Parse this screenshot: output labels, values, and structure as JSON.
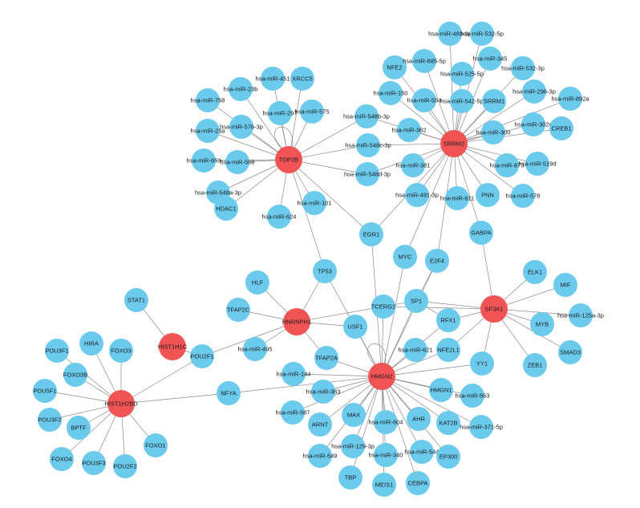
{
  "colors": {
    "hub": "#f05454",
    "node": "#6ccbed",
    "edge": "#8a8a8a"
  },
  "nodes": [
    {
      "id": "TOP2B",
      "hub": true
    },
    {
      "id": "SRRM2",
      "hub": true
    },
    {
      "id": "HNRNPH1",
      "hub": true
    },
    {
      "id": "SF3A1",
      "hub": true
    },
    {
      "id": "HMGN2",
      "hub": true
    },
    {
      "id": "HIST1H1C",
      "hub": true
    },
    {
      "id": "HIST1H2BD",
      "hub": true
    },
    {
      "id": "hsa-miR-451"
    },
    {
      "id": "XRCC5"
    },
    {
      "id": "hsa-miR-23b"
    },
    {
      "id": "hsa-miR-758"
    },
    {
      "id": "hsa-miR-297"
    },
    {
      "id": "hsa-miR-575"
    },
    {
      "id": "hsa-miR-576-3p"
    },
    {
      "id": "hsa-miR-23a"
    },
    {
      "id": "hsa-miR-653"
    },
    {
      "id": "hsa-miR-568"
    },
    {
      "id": "hsa-miR-548a-3p"
    },
    {
      "id": "HDAC1"
    },
    {
      "id": "hsa-miR-624"
    },
    {
      "id": "hsa-miR-101"
    },
    {
      "id": "hsa-miR-548b-3p"
    },
    {
      "id": "hsa-miR-548c-3p"
    },
    {
      "id": "hsa-miR-548d-3p"
    },
    {
      "id": "hsa-miR-382"
    },
    {
      "id": "hsa-miR-381"
    },
    {
      "id": "hsa-miR-483-3p"
    },
    {
      "id": "hsa-miR-532-5p"
    },
    {
      "id": "NFE2"
    },
    {
      "id": "hsa-miR-885-5p"
    },
    {
      "id": "hsa-miR-345"
    },
    {
      "id": "hsa-miR-525-5p"
    },
    {
      "id": "hsa-miR-532-3p"
    },
    {
      "id": "hsa-miR-150"
    },
    {
      "id": "hsa-miR-554"
    },
    {
      "id": "hsa-miR-542-5p"
    },
    {
      "id": "SRRM1"
    },
    {
      "id": "hsa-miR-296-3p"
    },
    {
      "id": "hsa-miR-892a"
    },
    {
      "id": "hsa-miR-300"
    },
    {
      "id": "hsa-miR-302c"
    },
    {
      "id": "CREB1"
    },
    {
      "id": "hsa-miR-873"
    },
    {
      "id": "hsa-miR-519d"
    },
    {
      "id": "PNN"
    },
    {
      "id": "hsa-miR-578"
    },
    {
      "id": "hsa-miR-491-3p"
    },
    {
      "id": "hsa-miR-611"
    },
    {
      "id": "GABPA"
    },
    {
      "id": "EGR1"
    },
    {
      "id": "MYC"
    },
    {
      "id": "E2F4"
    },
    {
      "id": "TP53"
    },
    {
      "id": "HLF"
    },
    {
      "id": "TFAP2C"
    },
    {
      "id": "TCERG1"
    },
    {
      "id": "SP1"
    },
    {
      "id": "USF1"
    },
    {
      "id": "RFX1"
    },
    {
      "id": "TFAP2A"
    },
    {
      "id": "ELK1"
    },
    {
      "id": "MIF"
    },
    {
      "id": "MYB"
    },
    {
      "id": "hsa-miR-125a-3p"
    },
    {
      "id": "SMAD3"
    },
    {
      "id": "ZEB1"
    },
    {
      "id": "YY1"
    },
    {
      "id": "NFE2L1"
    },
    {
      "id": "STAT1"
    },
    {
      "id": "POU2F1"
    },
    {
      "id": "hsa-miR-495"
    },
    {
      "id": "NFYA"
    },
    {
      "id": "POU3F1"
    },
    {
      "id": "HIRA"
    },
    {
      "id": "FOXO3"
    },
    {
      "id": "FOXO3B"
    },
    {
      "id": "POU5F1"
    },
    {
      "id": "POU3F2"
    },
    {
      "id": "BPTF"
    },
    {
      "id": "FOXO4"
    },
    {
      "id": "POU3F3"
    },
    {
      "id": "POU2F2"
    },
    {
      "id": "FOXO1"
    },
    {
      "id": "hsa-miR-621"
    },
    {
      "id": "hsa-miR-144"
    },
    {
      "id": "hsa-miR-383"
    },
    {
      "id": "hsa-miR-587"
    },
    {
      "id": "ARNT"
    },
    {
      "id": "MAX"
    },
    {
      "id": "hsa-miR-604"
    },
    {
      "id": "AHR"
    },
    {
      "id": "HMGN1"
    },
    {
      "id": "hsa-miR-563"
    },
    {
      "id": "KAT2B"
    },
    {
      "id": "hsa-miR-371-5p"
    },
    {
      "id": "hsa-miR-129-3p"
    },
    {
      "id": "hsa-miR-549"
    },
    {
      "id": "hsa-miR-340"
    },
    {
      "id": "hsa-miR-544"
    },
    {
      "id": "EP300"
    },
    {
      "id": "TBP"
    },
    {
      "id": "MEIS1"
    },
    {
      "id": "CEBPA"
    }
  ],
  "edges": [
    [
      "TOP2B",
      "hsa-miR-451"
    ],
    [
      "TOP2B",
      "XRCC5"
    ],
    [
      "TOP2B",
      "hsa-miR-23b"
    ],
    [
      "TOP2B",
      "hsa-miR-758"
    ],
    [
      "TOP2B",
      "hsa-miR-297"
    ],
    [
      "TOP2B",
      "hsa-miR-575"
    ],
    [
      "TOP2B",
      "hsa-miR-576-3p"
    ],
    [
      "TOP2B",
      "hsa-miR-23a"
    ],
    [
      "TOP2B",
      "hsa-miR-653"
    ],
    [
      "TOP2B",
      "hsa-miR-568"
    ],
    [
      "TOP2B",
      "hsa-miR-548a-3p"
    ],
    [
      "TOP2B",
      "HDAC1"
    ],
    [
      "TOP2B",
      "hsa-miR-624"
    ],
    [
      "TOP2B",
      "hsa-miR-101"
    ],
    [
      "TOP2B",
      "hsa-miR-548b-3p"
    ],
    [
      "TOP2B",
      "hsa-miR-548c-3p"
    ],
    [
      "TOP2B",
      "hsa-miR-548d-3p"
    ],
    [
      "TOP2B",
      "EGR1"
    ],
    [
      "TOP2B",
      "TP53"
    ],
    [
      "SRRM2",
      "hsa-miR-548b-3p"
    ],
    [
      "SRRM2",
      "hsa-miR-548c-3p"
    ],
    [
      "SRRM2",
      "hsa-miR-548d-3p"
    ],
    [
      "SRRM2",
      "hsa-miR-382"
    ],
    [
      "SRRM2",
      "hsa-miR-381"
    ],
    [
      "SRRM2",
      "hsa-miR-483-3p"
    ],
    [
      "SRRM2",
      "hsa-miR-532-5p"
    ],
    [
      "SRRM2",
      "NFE2"
    ],
    [
      "SRRM2",
      "hsa-miR-885-5p"
    ],
    [
      "SRRM2",
      "hsa-miR-345"
    ],
    [
      "SRRM2",
      "hsa-miR-525-5p"
    ],
    [
      "SRRM2",
      "hsa-miR-532-3p"
    ],
    [
      "SRRM2",
      "hsa-miR-150"
    ],
    [
      "SRRM2",
      "hsa-miR-554"
    ],
    [
      "SRRM2",
      "hsa-miR-542-5p"
    ],
    [
      "SRRM2",
      "SRRM1"
    ],
    [
      "SRRM2",
      "hsa-miR-296-3p"
    ],
    [
      "SRRM2",
      "hsa-miR-892a"
    ],
    [
      "SRRM2",
      "hsa-miR-300"
    ],
    [
      "SRRM2",
      "hsa-miR-302c"
    ],
    [
      "SRRM2",
      "CREB1"
    ],
    [
      "SRRM2",
      "hsa-miR-873"
    ],
    [
      "SRRM2",
      "hsa-miR-519d"
    ],
    [
      "SRRM2",
      "PNN"
    ],
    [
      "SRRM2",
      "hsa-miR-578"
    ],
    [
      "SRRM2",
      "hsa-miR-491-3p"
    ],
    [
      "SRRM2",
      "hsa-miR-611"
    ],
    [
      "SRRM2",
      "GABPA"
    ],
    [
      "SRRM2",
      "EGR1"
    ],
    [
      "SRRM2",
      "MYC"
    ],
    [
      "SRRM2",
      "E2F4"
    ],
    [
      "HNRNPH1",
      "TP53"
    ],
    [
      "HNRNPH1",
      "HLF"
    ],
    [
      "HNRNPH1",
      "TFAP2C"
    ],
    [
      "HNRNPH1",
      "TCERG1"
    ],
    [
      "HNRNPH1",
      "USF1"
    ],
    [
      "HNRNPH1",
      "TFAP2A"
    ],
    [
      "HNRNPH1",
      "hsa-miR-495"
    ],
    [
      "HNRNPH1",
      "POU2F1"
    ],
    [
      "SF3A1",
      "GABPA"
    ],
    [
      "SF3A1",
      "ELK1"
    ],
    [
      "SF3A1",
      "MIF"
    ],
    [
      "SF3A1",
      "MYB"
    ],
    [
      "SF3A1",
      "hsa-miR-125a-3p"
    ],
    [
      "SF3A1",
      "SMAD3"
    ],
    [
      "SF3A1",
      "ZEB1"
    ],
    [
      "SF3A1",
      "YY1"
    ],
    [
      "SF3A1",
      "NFE2L1"
    ],
    [
      "SF3A1",
      "RFX1"
    ],
    [
      "SF3A1",
      "SP1"
    ],
    [
      "SF3A1",
      "TCERG1"
    ],
    [
      "HMGN2",
      "EGR1"
    ],
    [
      "HMGN2",
      "MYC"
    ],
    [
      "HMGN2",
      "E2F4"
    ],
    [
      "HMGN2",
      "TP53"
    ],
    [
      "HMGN2",
      "TCERG1"
    ],
    [
      "HMGN2",
      "SP1"
    ],
    [
      "HMGN2",
      "USF1"
    ],
    [
      "HMGN2",
      "RFX1"
    ],
    [
      "HMGN2",
      "TFAP2A"
    ],
    [
      "HMGN2",
      "NFE2L1"
    ],
    [
      "HMGN2",
      "hsa-miR-621"
    ],
    [
      "HMGN2",
      "YY1"
    ],
    [
      "HMGN2",
      "hsa-miR-144"
    ],
    [
      "HMGN2",
      "hsa-miR-383"
    ],
    [
      "HMGN2",
      "hsa-miR-587"
    ],
    [
      "HMGN2",
      "ARNT"
    ],
    [
      "HMGN2",
      "MAX"
    ],
    [
      "HMGN2",
      "hsa-miR-604"
    ],
    [
      "HMGN2",
      "AHR"
    ],
    [
      "HMGN2",
      "HMGN1"
    ],
    [
      "HMGN2",
      "hsa-miR-563"
    ],
    [
      "HMGN2",
      "KAT2B"
    ],
    [
      "HMGN2",
      "hsa-miR-371-5p"
    ],
    [
      "HMGN2",
      "hsa-miR-129-3p"
    ],
    [
      "HMGN2",
      "hsa-miR-549"
    ],
    [
      "HMGN2",
      "hsa-miR-340"
    ],
    [
      "HMGN2",
      "hsa-miR-544"
    ],
    [
      "HMGN2",
      "EP300"
    ],
    [
      "HMGN2",
      "TBP"
    ],
    [
      "HMGN2",
      "MEIS1"
    ],
    [
      "HMGN2",
      "CEBPA"
    ],
    [
      "HMGN2",
      "NFYA"
    ],
    [
      "HIST1H1C",
      "STAT1"
    ],
    [
      "HIST1H1C",
      "POU2F1"
    ],
    [
      "HIST1H2BD",
      "POU2F1"
    ],
    [
      "HIST1H2BD",
      "NFYA"
    ],
    [
      "HIST1H2BD",
      "POU3F1"
    ],
    [
      "HIST1H2BD",
      "HIRA"
    ],
    [
      "HIST1H2BD",
      "FOXO3"
    ],
    [
      "HIST1H2BD",
      "FOXO3B"
    ],
    [
      "HIST1H2BD",
      "POU5F1"
    ],
    [
      "HIST1H2BD",
      "POU3F2"
    ],
    [
      "HIST1H2BD",
      "BPTF"
    ],
    [
      "HIST1H2BD",
      "FOXO4"
    ],
    [
      "HIST1H2BD",
      "POU3F3"
    ],
    [
      "HIST1H2BD",
      "POU2F2"
    ],
    [
      "HIST1H2BD",
      "FOXO1"
    ],
    [
      "TCERG1",
      "SP1"
    ],
    [
      "SP1",
      "E2F4"
    ],
    [
      "SP1",
      "RFX1"
    ]
  ],
  "self_loops": [
    "TOP2B",
    "HMGN2"
  ]
}
